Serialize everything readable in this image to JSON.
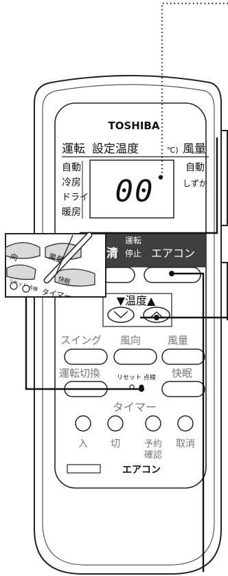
{
  "remote": {
    "brand": "TOSHIBA",
    "model_label": "エアコン",
    "header": {
      "operation": "運転",
      "set_temp": "設定温度",
      "unit": "℃)",
      "fan": "風量"
    },
    "modes_left": [
      "自動",
      "冷房",
      "ドライ",
      "暖房"
    ],
    "modes_right": [
      "自動",
      "しずか"
    ],
    "display_value": "00",
    "top_row": {
      "clean_partial": "空清",
      "start_stop_line1": "運転",
      "start_stop_line2": "停止",
      "aircon": "エアコン"
    },
    "temp_label": "▼温度▲",
    "row3": [
      "スイング",
      "風向",
      "風量"
    ],
    "mode_switch": "運転切換",
    "reset_check": "リセット 点検",
    "sleep": "快眠",
    "timer": "タイマー",
    "timer_buttons": [
      "入",
      "切",
      "予約\n確認",
      "取消"
    ],
    "timer_reserve_line1": "予約",
    "timer_reserve_line2": "確認",
    "timer_cancel": "取消",
    "timer_on": "入",
    "timer_off": "切"
  },
  "inset": {
    "labels": [
      "向",
      "風量",
      "リセット 点検",
      "快眠",
      "タイマー"
    ]
  },
  "colors": {
    "outline": "#222222",
    "band": "#3f3f3f",
    "body": "#ffffff"
  }
}
